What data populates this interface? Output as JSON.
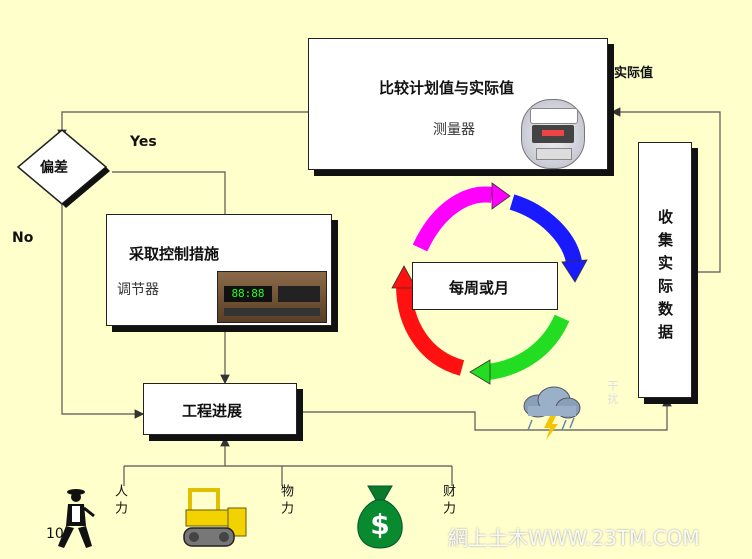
{
  "compare": {
    "title": "比较计划值与实际值",
    "sub": "测量器"
  },
  "actual_label": "实际值",
  "deviation": {
    "label": "偏差",
    "yes": "Yes",
    "no": "No"
  },
  "action": {
    "title": "采取控制措施",
    "sub": "调节器",
    "display": "88:88"
  },
  "cycle_label": "每周或月",
  "collect_label": "收集实际数据",
  "progress_label": "工程进展",
  "inputs": {
    "labor": "人力",
    "material": "物力",
    "finance": "财力"
  },
  "page_number": "10",
  "watermark": "網上土木WWW.23TM.COM",
  "faint_mark": "干扰",
  "money_symbol": "$"
}
